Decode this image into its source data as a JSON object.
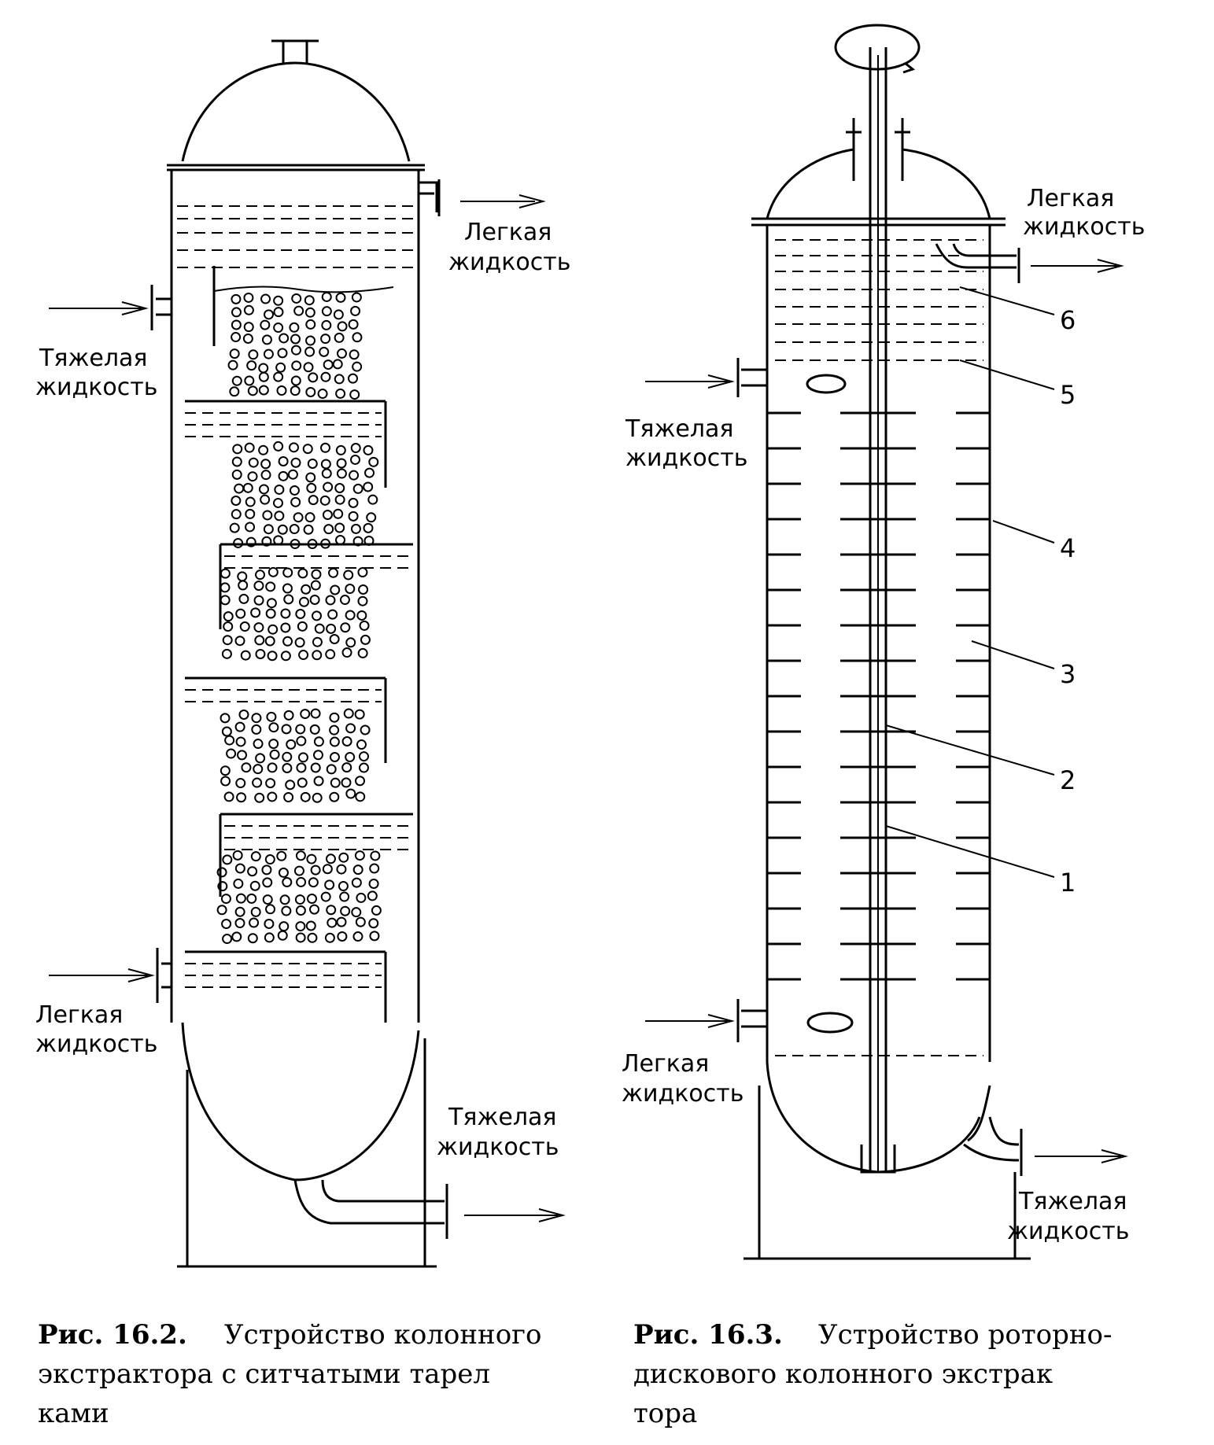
{
  "fig1": {
    "label_light_out": [
      "Легкая",
      "жидкость"
    ],
    "label_heavy_in": [
      "Тяжелая",
      "жидкость"
    ],
    "label_light_in": [
      "Легкая",
      "жидкость"
    ],
    "label_heavy_out": [
      "Тяжелая",
      "жидкость"
    ],
    "caption_bold": "Рис. 16.2.",
    "caption_lines": [
      "Устройство колонного",
      "экстрактора с ситчатыми тарел",
      "ками"
    ]
  },
  "fig2": {
    "label_light_out": [
      "Легкая",
      "жидкость"
    ],
    "label_heavy_in": [
      "Тяжелая",
      "жидкость"
    ],
    "label_light_in": [
      "Легкая",
      "жидкость"
    ],
    "label_heavy_out": [
      "Тяжелая",
      "жидкость"
    ],
    "callouts": [
      "6",
      "5",
      "4",
      "3",
      "2",
      "1"
    ],
    "caption_bold": "Рис. 16.3.",
    "caption_lines": [
      "Устройство роторно-",
      "дискового колонного экстрак",
      "тора"
    ]
  }
}
